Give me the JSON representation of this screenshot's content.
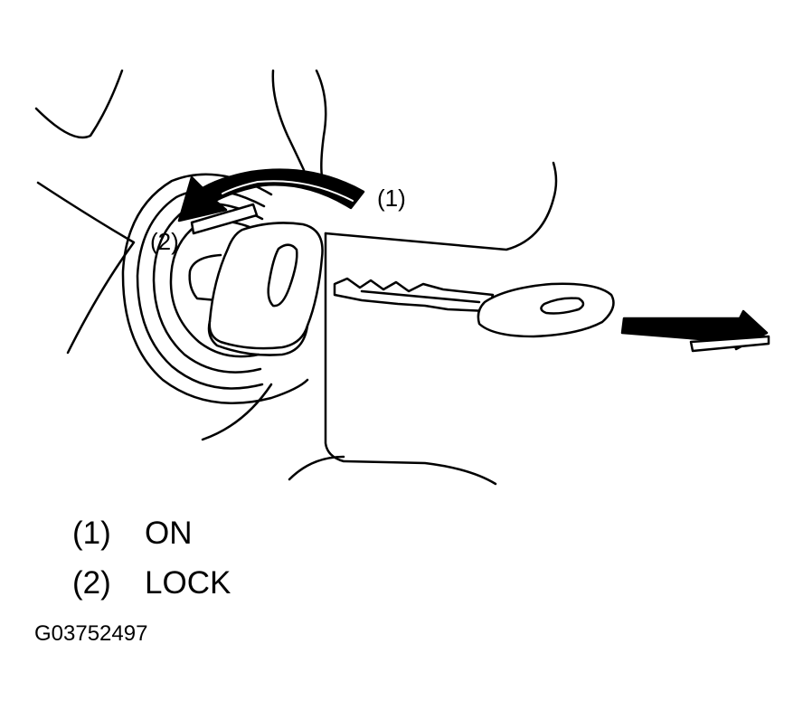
{
  "callouts": {
    "on": "(1)",
    "lock": "(2)"
  },
  "legend": [
    {
      "number": "(1)",
      "label": "ON"
    },
    {
      "number": "(2)",
      "label": "LOCK"
    }
  ],
  "figure_id": "G03752497",
  "colors": {
    "line": "#000000",
    "background": "#ffffff"
  }
}
